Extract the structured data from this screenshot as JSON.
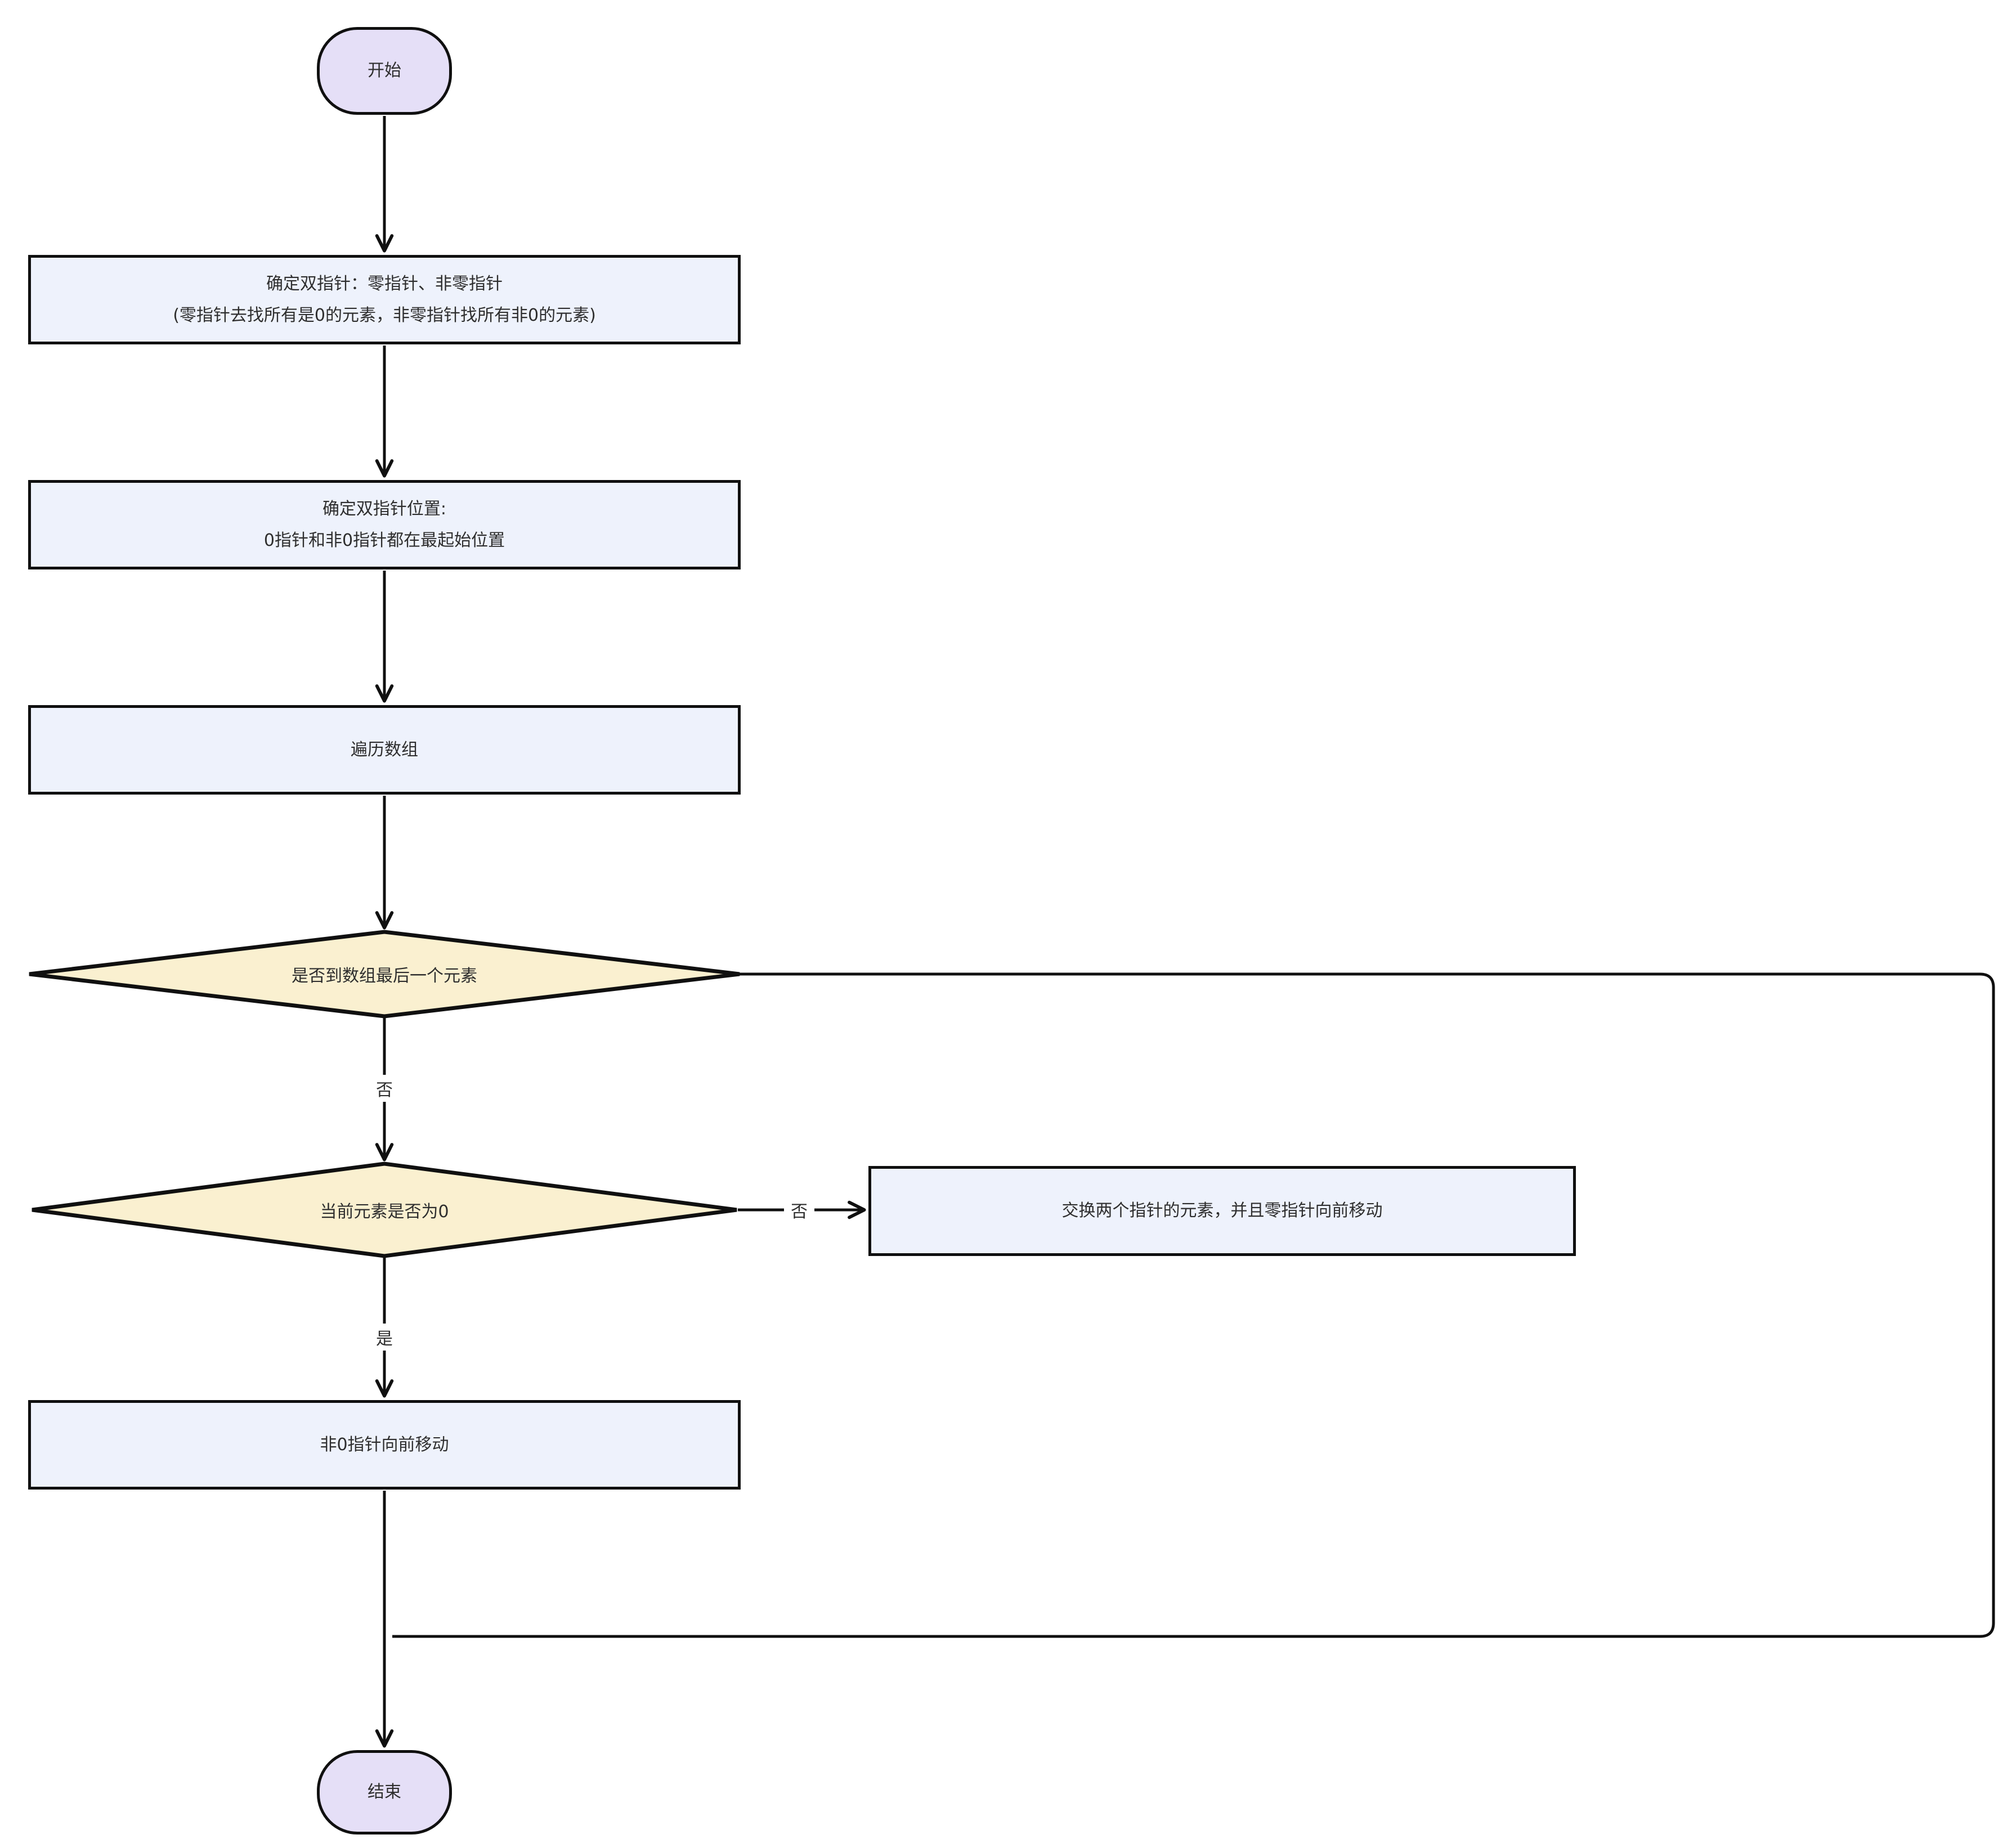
{
  "flowchart": {
    "nodes": {
      "start": "开始",
      "init_pointers_line1": "确定双指针：零指针、非零指针",
      "init_pointers_line2": "(零指针去找所有是0的元素，非零指针找所有非0的元素)",
      "init_positions_line1": "确定双指针位置:",
      "init_positions_line2": "0指针和非0指针都在最起始位置",
      "traverse": "遍历数组",
      "decision_last_element": "是否到数组最后一个元素",
      "decision_is_zero": "当前元素是否为0",
      "swap": "交换两个指针的元素，并且零指针向前移动",
      "advance_nonzero": "非0指针向前移动",
      "end": "结束"
    },
    "edge_labels": {
      "last_element_no": "否",
      "is_zero_no": "否",
      "is_zero_yes": "是"
    },
    "colors": {
      "terminator_fill": "#e5dff7",
      "process_fill": "#eef2fc",
      "decision_fill": "#faf0d0",
      "line": "#101010",
      "text": "#2e2e2e",
      "background": "#ffffff"
    }
  }
}
